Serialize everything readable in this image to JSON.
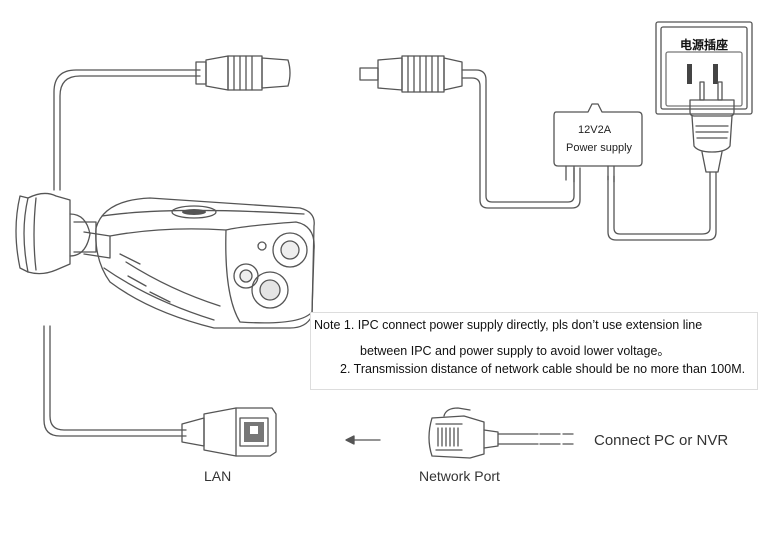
{
  "power_supply": {
    "rating": "12V2A",
    "label": "Power supply"
  },
  "outlet": {
    "label": "电源插座"
  },
  "note": {
    "line1": "Note 1. IPC connect power supply directly, pls don’t use extension line",
    "line2": "between IPC and power supply to avoid lower voltage。",
    "line3": "2. Transmission distance of network cable should be no more than 100M."
  },
  "labels": {
    "lan": "LAN",
    "network_port": "Network Port",
    "connect": "Connect PC or NVR"
  },
  "icons": {
    "camera": "bullet-camera-icon",
    "dc_plug": "dc-plug-icon",
    "adapter": "power-adapter-icon",
    "outlet": "wall-outlet-icon",
    "mains_plug": "mains-plug-icon",
    "rj45_port": "rj45-port-icon",
    "rj45_plug": "rj45-plug-icon",
    "arrow": "arrow-left-icon"
  }
}
